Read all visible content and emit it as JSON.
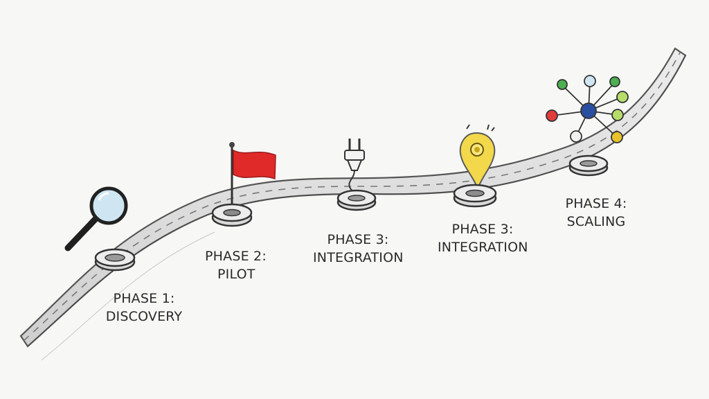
{
  "phases": [
    {
      "line1": "PHASE 1:",
      "line2": "DISCOVERY",
      "icon": "magnifying-glass-icon"
    },
    {
      "line1": "PHASE 2:",
      "line2": "PILOT",
      "icon": "red-flag-icon"
    },
    {
      "line1": "PHASE 3:",
      "line2": "INTEGRATION",
      "icon": "plug-icon"
    },
    {
      "line1": "PHASE 3:",
      "line2": "INTEGRATION",
      "icon": "lightbulb-pin-icon"
    },
    {
      "line1": "PHASE 4:",
      "line2": "SCALING",
      "icon": "network-hub-icon"
    }
  ],
  "colors": {
    "road": "#d9d9d9",
    "ink": "#2a2a2a",
    "flag": "#e02a2a",
    "bulb": "#f2d84a",
    "lens": "#cfe6f2",
    "node_red": "#e23b3b",
    "node_green": "#4caf50",
    "node_yellow": "#e8c22a",
    "node_blue": "#2b4fa0",
    "node_lightgreen": "#b6dd6a"
  }
}
